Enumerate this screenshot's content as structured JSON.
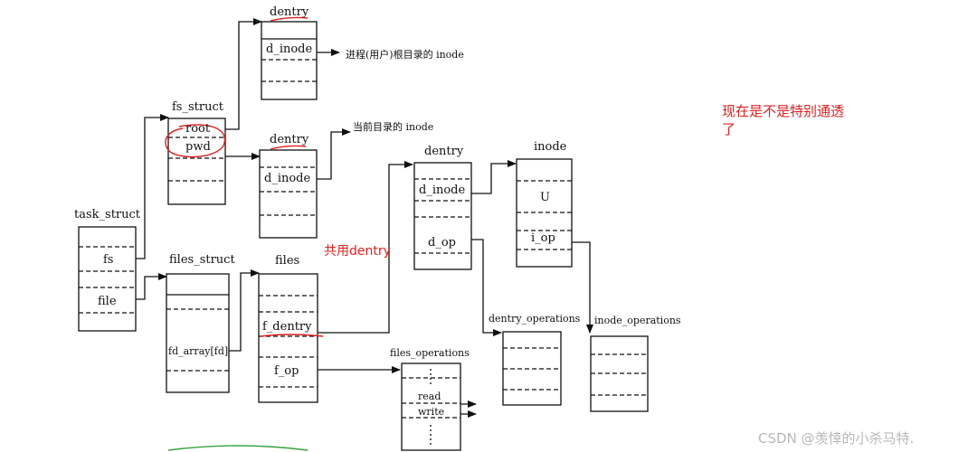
{
  "labels": {
    "dentry_top": "dentry",
    "d_inode_top": "d_inode",
    "root_inode_note": "进程(用户)根目录的 inode",
    "fs_struct": "fs_struct",
    "root": "root",
    "pwd": "pwd",
    "cur_inode_note": "当前目录的 inode",
    "dentry_mid": "dentry",
    "d_inode_mid": "d_inode",
    "dentry_right": "dentry",
    "d_inode_right": "d_inode",
    "d_op": "d_op",
    "inode": "inode",
    "U": "U",
    "i_op": "i_op",
    "task_struct": "task_struct",
    "fs": "fs",
    "file": "file",
    "files_struct": "files_struct",
    "fd_array": "fd_array[fd]",
    "files": "files",
    "f_dentry": "f_dentry",
    "f_op": "f_op",
    "dentry_operations": "dentry_operations",
    "inode_operations": "inode_operations",
    "files_operations": "files_operations",
    "read": "read",
    "write": "write"
  },
  "annotations": {
    "shared_dentry": "共用dentry",
    "comment_line1": "现在是不是特别通透",
    "comment_line2": "了"
  },
  "watermark": "CSDN @羡悻的小杀马特.",
  "colors": {
    "ink": "#111111",
    "red": "#e02020",
    "green": "#3aa040"
  }
}
